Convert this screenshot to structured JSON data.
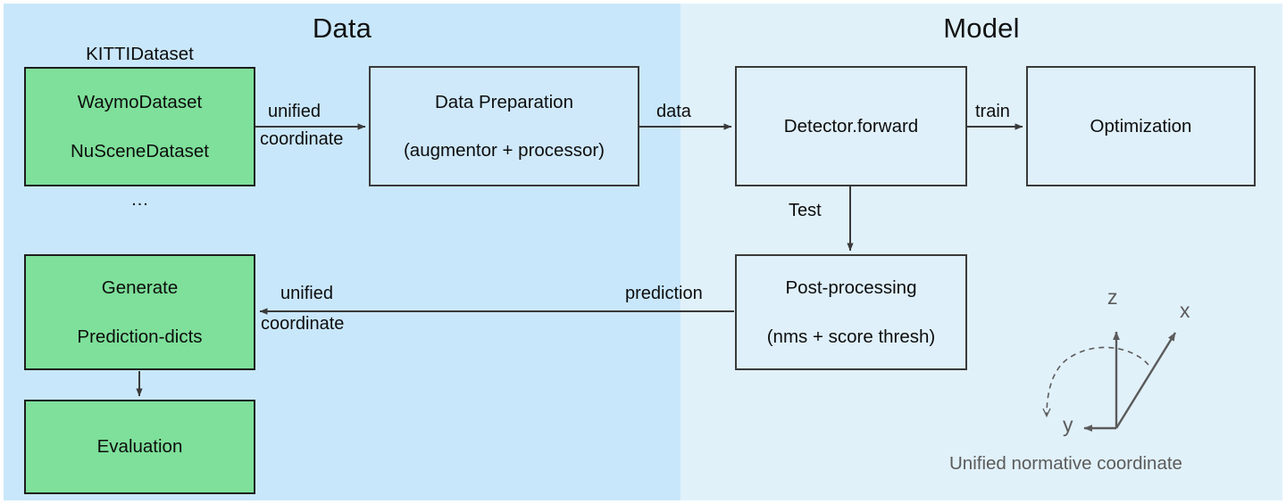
{
  "panels": [
    {
      "id": "data",
      "title": "Data"
    },
    {
      "id": "model",
      "title": "Model"
    }
  ],
  "nodes": {
    "datasets": {
      "lines": [
        "KITTIDataset",
        "WaymoDataset",
        "NuSceneDataset",
        "…"
      ],
      "fill": "#7ee09a"
    },
    "data_preparation": {
      "lines": [
        "Data Preparation",
        "(augmentor + processor)"
      ],
      "fill": "#dff0fa"
    },
    "detector": {
      "lines": [
        "Detector.forward"
      ],
      "fill": "#dff0fa"
    },
    "optimization": {
      "lines": [
        "Optimization"
      ],
      "fill": "#dff0fa"
    },
    "post_processing": {
      "lines": [
        "Post-processing",
        "(nms + score thresh)"
      ],
      "fill": "#dff0fa"
    },
    "generate_prediction_dicts": {
      "lines": [
        "Generate",
        "Prediction-dicts"
      ],
      "fill": "#7ee09a"
    },
    "evaluation": {
      "lines": [
        "Evaluation"
      ],
      "fill": "#7ee09a"
    }
  },
  "edges": {
    "datasets_to_prep": {
      "label_top": "unified",
      "label_bottom": "coordinate"
    },
    "prep_to_detector": {
      "label": "data"
    },
    "detector_to_optim": {
      "label": "train"
    },
    "detector_to_post": {
      "label": "Test"
    },
    "post_to_generate": {
      "label": "prediction",
      "label_top": "unified",
      "label_bottom": "coordinate"
    },
    "generate_to_eval": {
      "label": ""
    }
  },
  "gizmo": {
    "axis_z": "z",
    "axis_x": "x",
    "axis_y": "y",
    "caption": "Unified normative coordinate"
  },
  "colors": {
    "panel_data_bg": "#c9e7fb",
    "panel_model_bg": "#e1f1fa",
    "node_green": "#7ee09a",
    "node_blue": "#dff0fa",
    "stroke_dark": "#1d1d1d",
    "stroke_gray": "#3a3a3a",
    "gizmo_gray": "#5b5b5b"
  }
}
